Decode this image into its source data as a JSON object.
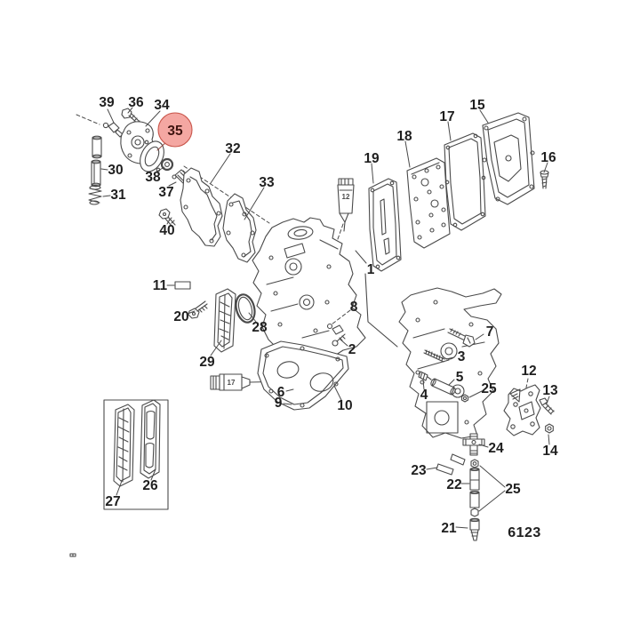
{
  "diagram_number": "6123",
  "highlighted_part": "35",
  "colors": {
    "background": "#ffffff",
    "line": "#4a4a4a",
    "label": "#1f1f1f",
    "highlight_fill": "#f4a7a2",
    "highlight_stroke": "#c9564b",
    "highlight_text": "#3f1410",
    "highlight_leader": "#8f4a42"
  },
  "labels": {
    "l39": "39",
    "l36": "36",
    "l34": "34",
    "l35": "35",
    "l30": "30",
    "l31": "31",
    "l38": "38",
    "l37": "37",
    "l32": "32",
    "l33": "33",
    "l40": "40",
    "l19": "19",
    "l18": "18",
    "l17_plate": "17",
    "l15": "15",
    "l16": "16",
    "l1": "1",
    "l8": "8",
    "l2": "2",
    "l28": "28",
    "l29": "29",
    "l20": "20",
    "l11": "11",
    "l6": "6",
    "l9": "9",
    "l10": "10",
    "l7": "7",
    "l3": "3",
    "l5": "5",
    "l4": "4",
    "l25_upper": "25",
    "l12_bracket": "12",
    "l13": "13",
    "l14": "14",
    "l24": "24",
    "l23": "23",
    "l22": "22",
    "l25_lower": "25",
    "l21": "21",
    "l26": "26",
    "l27": "27"
  },
  "part_prints": {
    "tube_top": "12",
    "tube_bottom": "17"
  }
}
